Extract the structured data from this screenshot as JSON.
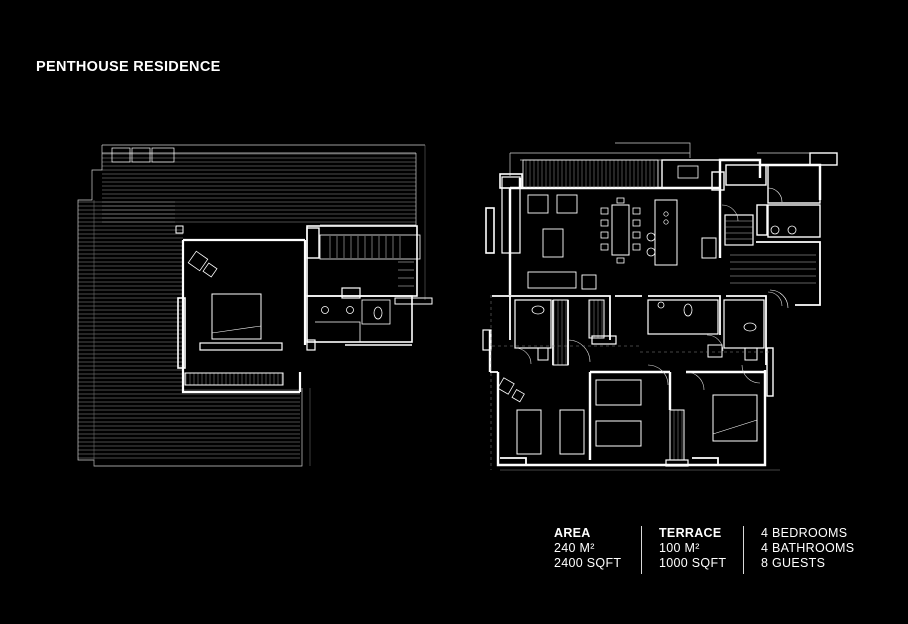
{
  "header": {
    "title": "PENTHOUSE RESIDENCE"
  },
  "stats": {
    "area": {
      "label": "AREA",
      "metric": "240 M²",
      "imperial": "2400 SQFT"
    },
    "terrace": {
      "label": "TERRACE",
      "metric": "100 M²",
      "imperial": "1000 SQFT"
    },
    "rooms": {
      "bedrooms": "4 BEDROOMS",
      "bathrooms": "4 BATHROOMS",
      "guests": "8 GUESTS"
    }
  },
  "colors": {
    "background": "#000000",
    "linework": "#ffffff"
  }
}
